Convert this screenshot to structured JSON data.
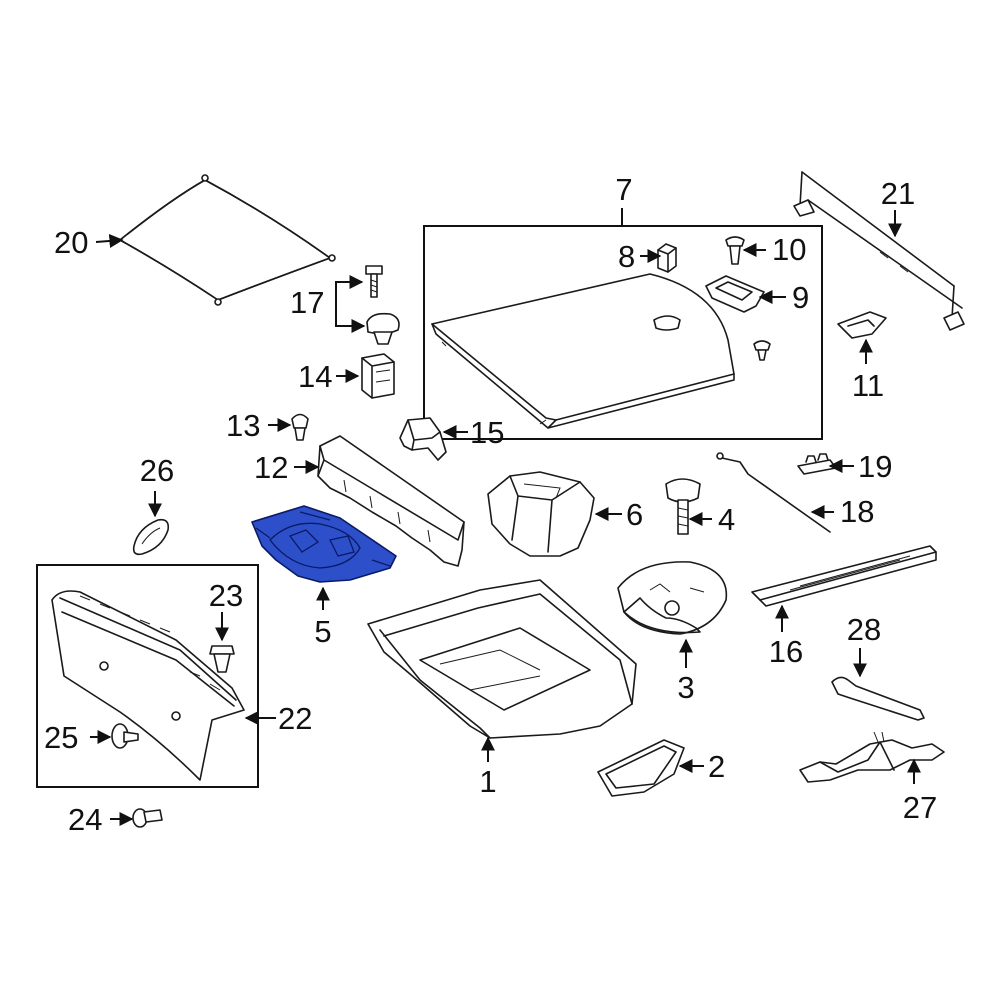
{
  "callouts": {
    "c1": "1",
    "c2": "2",
    "c3": "3",
    "c4": "4",
    "c5": "5",
    "c6": "6",
    "c7": "7",
    "c8": "8",
    "c9": "9",
    "c10": "10",
    "c11": "11",
    "c12": "12",
    "c13": "13",
    "c14": "14",
    "c15": "15",
    "c16": "16",
    "c17": "17",
    "c18": "18",
    "c19": "19",
    "c20": "20",
    "c21": "21",
    "c22": "22",
    "c23": "23",
    "c24": "24",
    "c25": "25",
    "c26": "26",
    "c27": "27",
    "c28": "28"
  },
  "colors": {
    "highlight": "#2d4fc9",
    "line": "#1a1a1a",
    "background": "#ffffff"
  },
  "highlighted_part": "5"
}
